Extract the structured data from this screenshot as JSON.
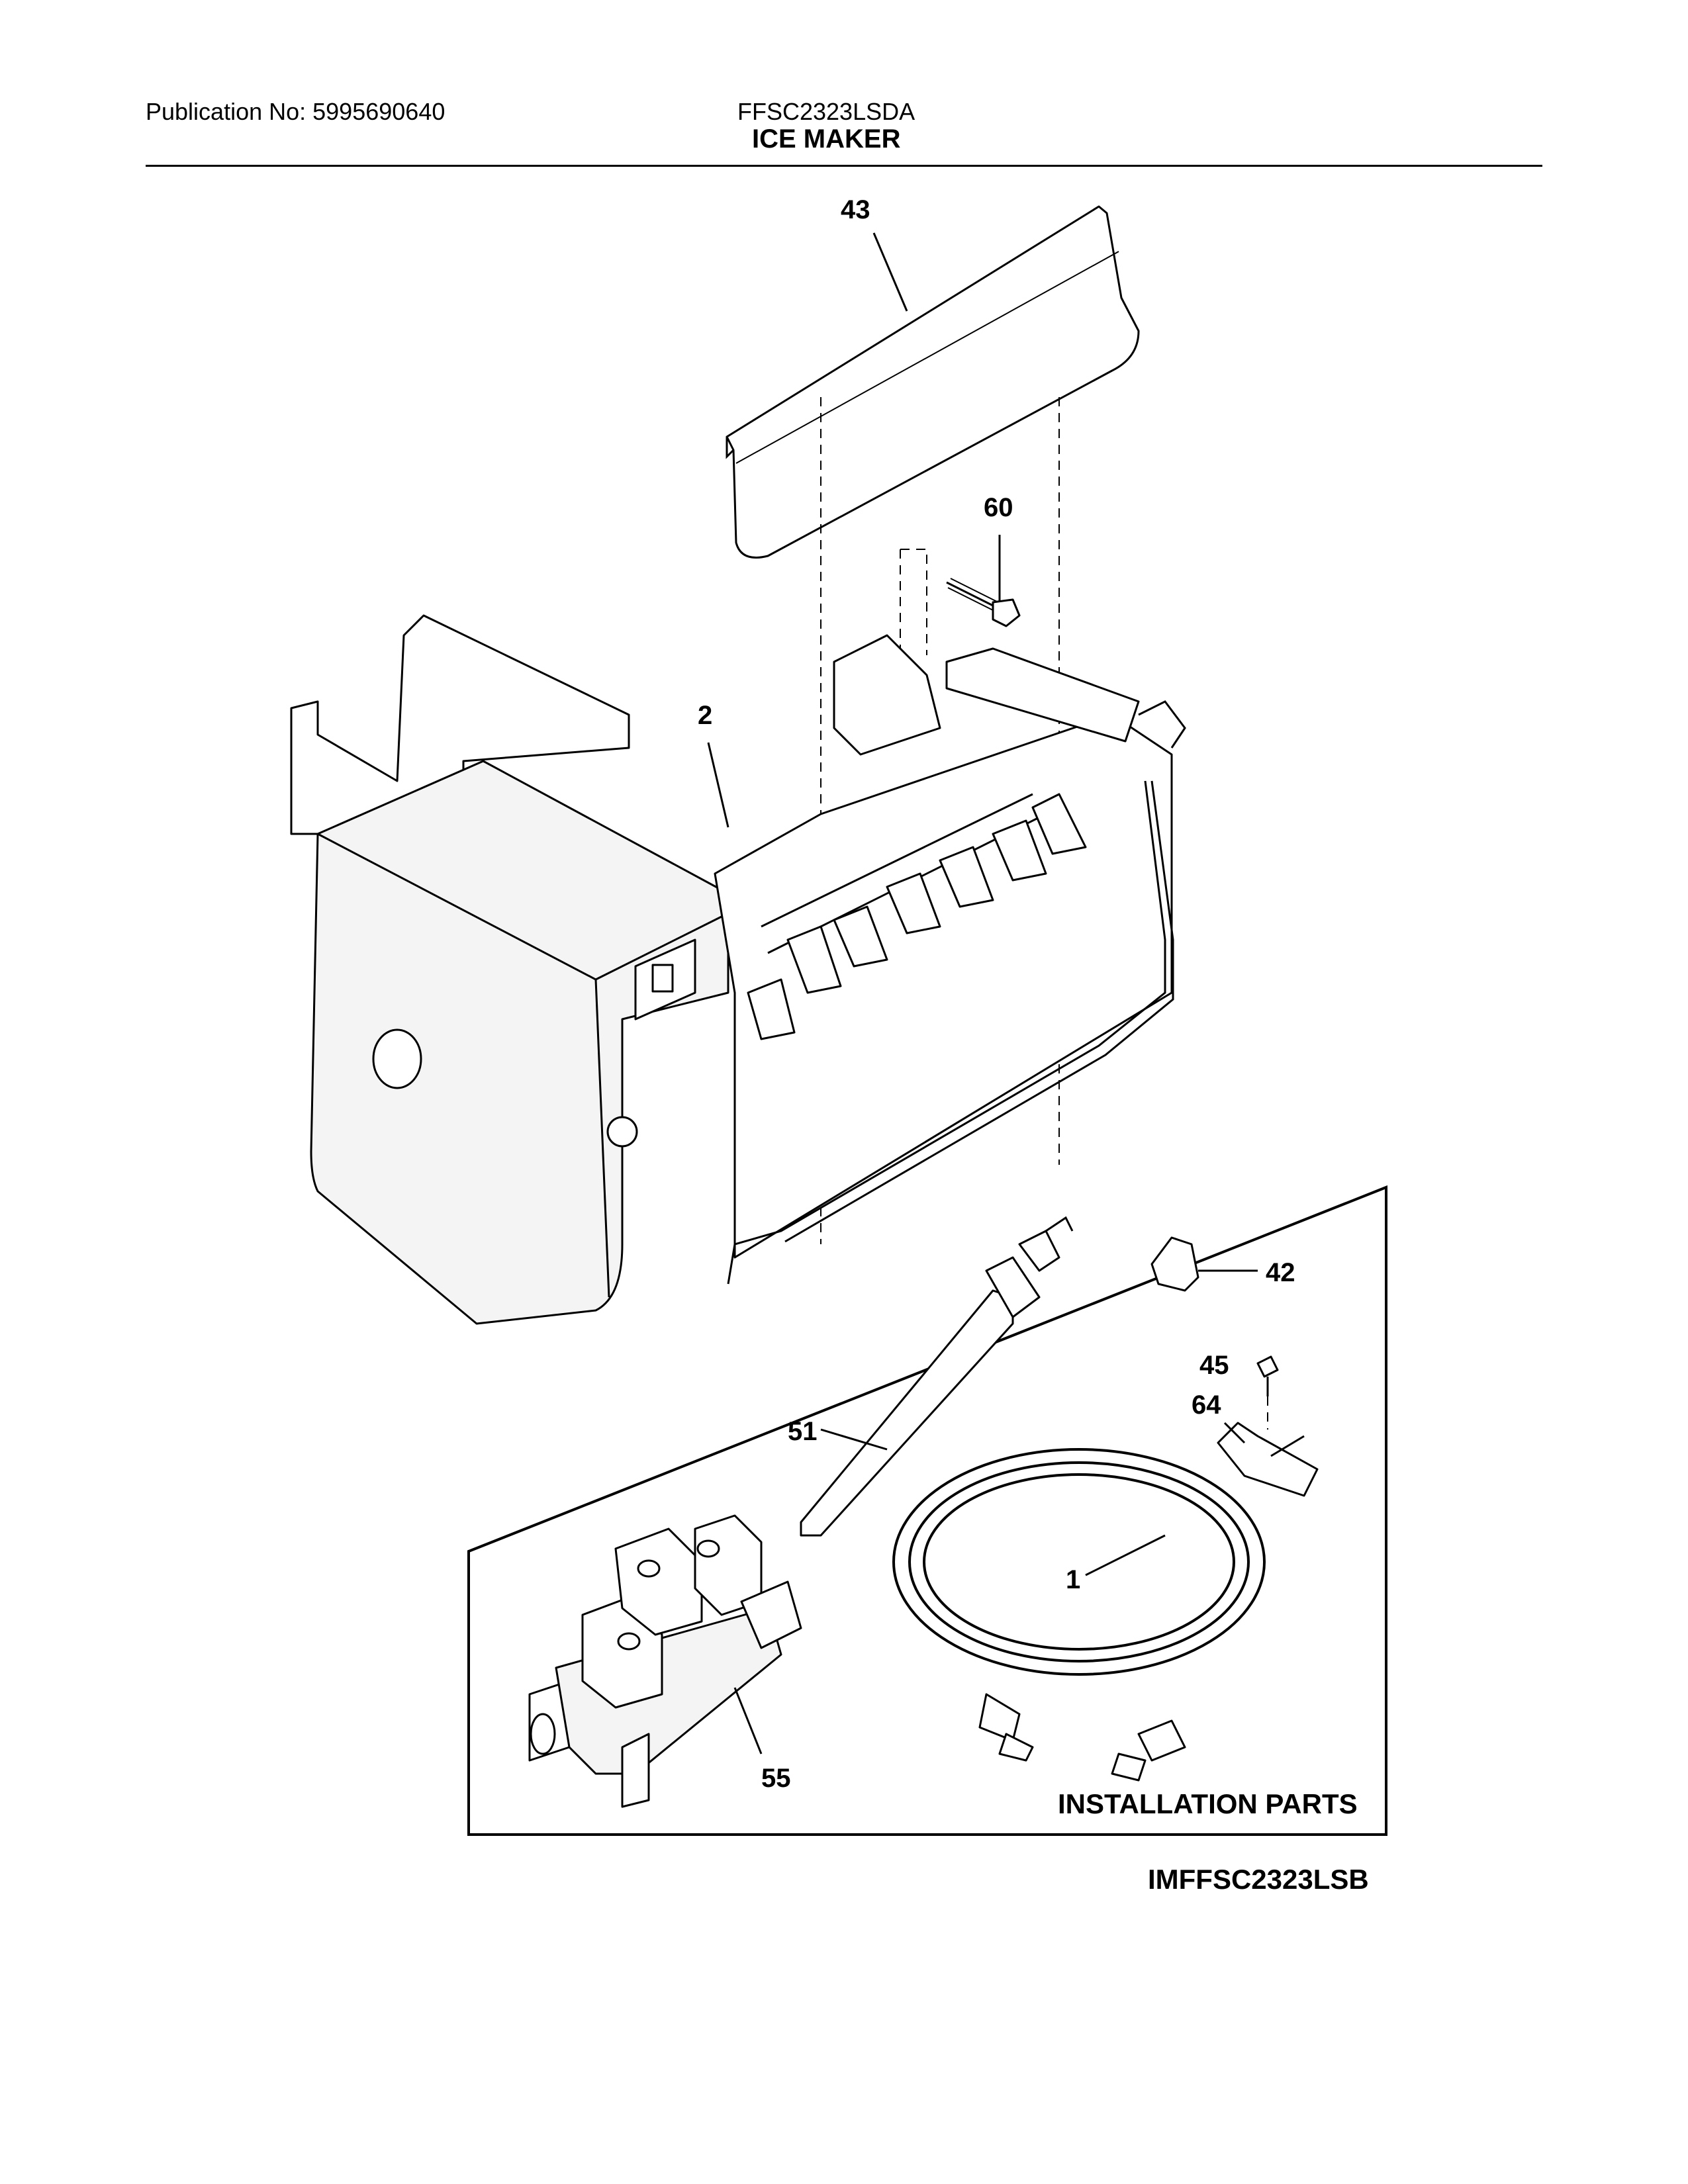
{
  "header": {
    "publication": "Publication No: 5995690640",
    "model": "FFSC2323LSDA",
    "title": "ICE MAKER"
  },
  "callouts": {
    "c43": "43",
    "c60": "60",
    "c2": "2",
    "c42": "42",
    "c45": "45",
    "c64": "64",
    "c51": "51",
    "c1": "1",
    "c55": "55"
  },
  "installation_box": {
    "label": "INSTALLATION PARTS"
  },
  "diagram_id": "IMFFSC2323LSB"
}
